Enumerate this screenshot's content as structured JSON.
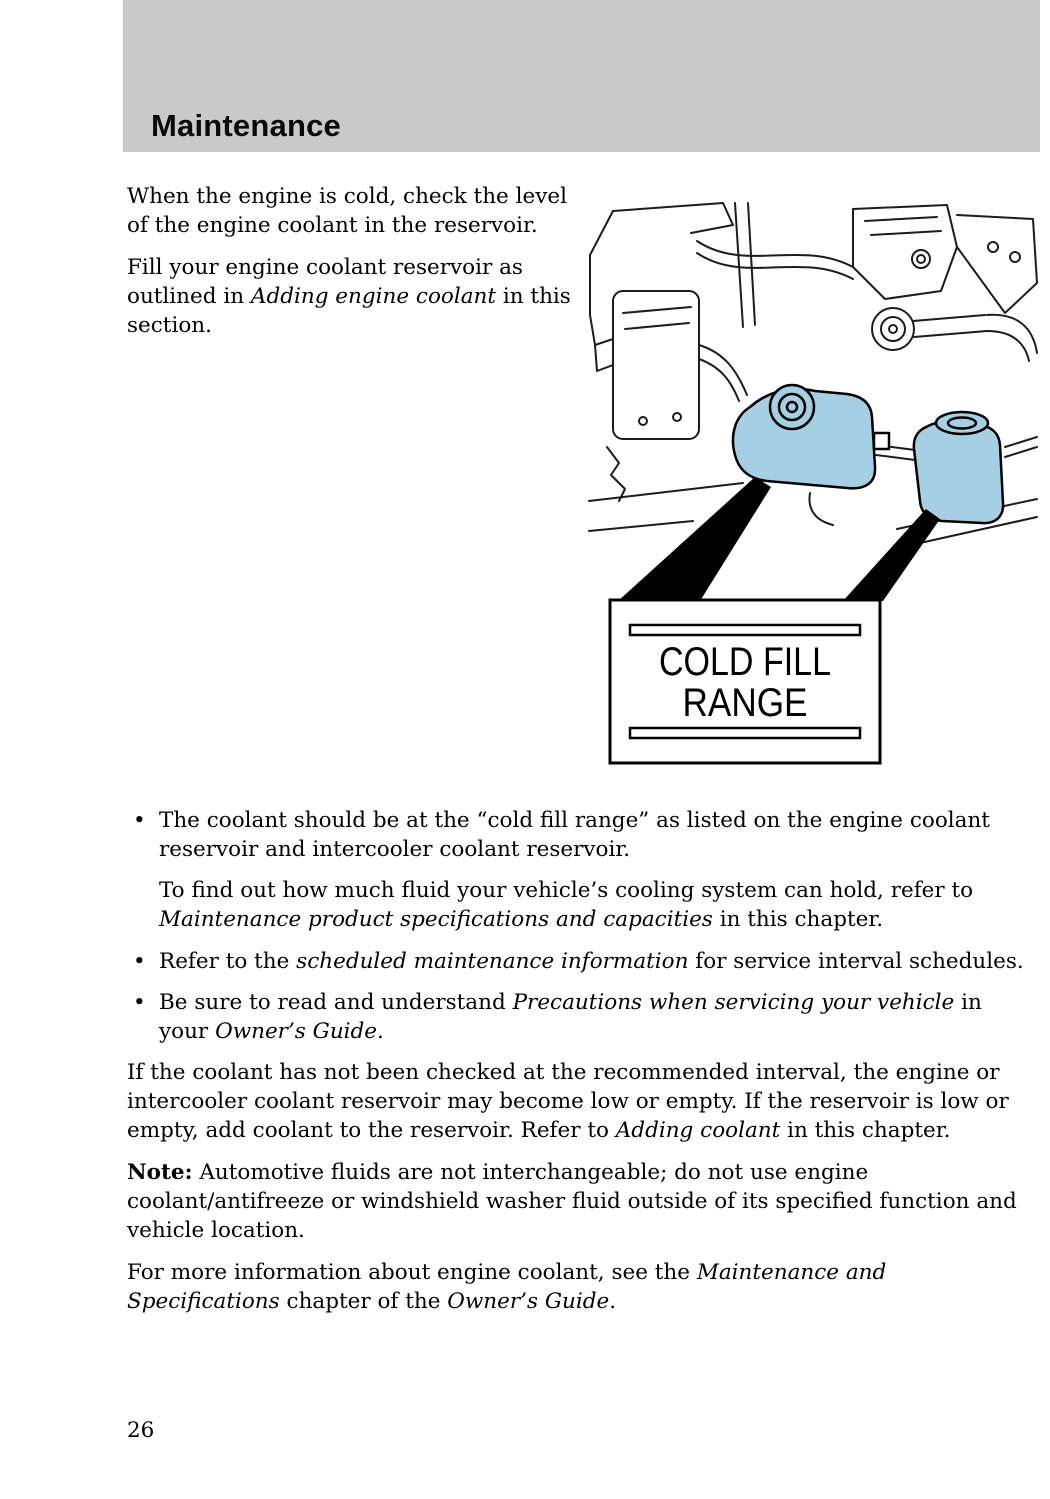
{
  "header": {
    "title": "Maintenance"
  },
  "page_number": "26",
  "bullet_char": "•",
  "colors": {
    "header_bg": "#c9c9c9",
    "reservoir_fill": "#a7cfe3",
    "line": "#1c1c1c"
  },
  "intro": {
    "p1": "When the engine is cold, check the level of the engine coolant in the reservoir.",
    "p2": [
      "Fill your engine coolant reservoir as outlined in ",
      "Adding engine coolant",
      " in this section."
    ]
  },
  "figure": {
    "callout_line1": "COLD FILL",
    "callout_line2": "RANGE"
  },
  "bullets": {
    "b1": [
      "The coolant should be at the “cold fill range” as listed on the engine coolant reservoir and intercooler coolant reservoir."
    ],
    "b1_sub": [
      "To find out how much fluid your vehicle’s cooling system can hold, refer to ",
      "Maintenance product specifications and capacities",
      " in this chapter."
    ],
    "b2": [
      "Refer to the ",
      "scheduled maintenance information",
      " for service interval schedules."
    ],
    "b3": [
      "Be sure to read and understand ",
      "Precautions when servicing your vehicle",
      " in your ",
      "Owner’s Guide",
      "."
    ]
  },
  "paragraphs": {
    "interval": [
      "If the coolant has not been checked at the recommended interval, the engine or intercooler coolant reservoir may become low or empty. If the reservoir is low or empty, add coolant to the reservoir. Refer to ",
      "Adding coolant",
      " in this chapter."
    ],
    "note": [
      "Note:",
      " Automotive fluids are not interchangeable; do not use engine coolant/antifreeze or windshield washer fluid outside of its specified function and vehicle location."
    ],
    "more_info": [
      "For more information about engine coolant, see the ",
      "Maintenance and Specifications",
      " chapter of the ",
      "Owner’s Guide",
      "."
    ]
  }
}
